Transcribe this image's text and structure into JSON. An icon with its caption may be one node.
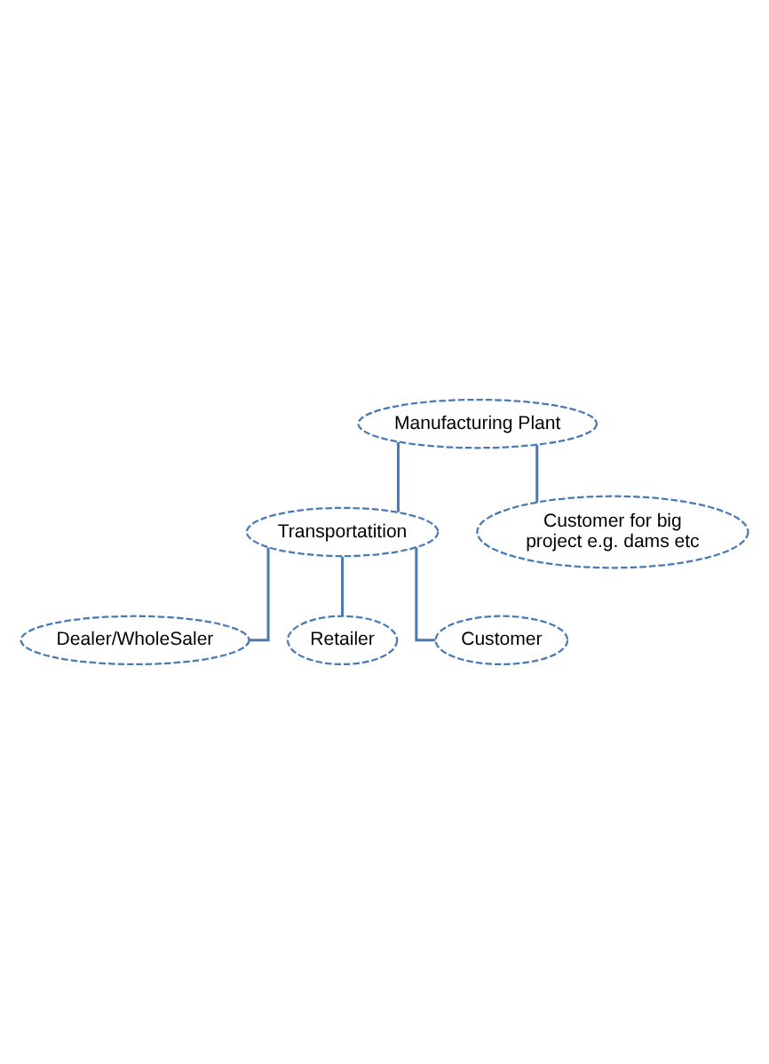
{
  "diagram": {
    "nodes": [
      {
        "text": [
          "Manufacturing Plant"
        ]
      },
      {
        "text": [
          "Transportatition"
        ]
      },
      {
        "text": [
          "Customer for big project e.g. dams etc"
        ]
      },
      {
        "text": [
          "Dealer/WholeSaler"
        ]
      },
      {
        "text": [
          "Retailer"
        ]
      },
      {
        "text": [
          "Customer"
        ]
      }
    ],
    "edges": [
      {
        "from": 0,
        "to": 1,
        "arrow": "none"
      },
      {
        "from": 0,
        "to": 2,
        "arrow": "none"
      },
      {
        "from": 1,
        "to": 3,
        "arrow": "none"
      },
      {
        "from": 1,
        "to": 4,
        "arrow": "none"
      },
      {
        "from": 1,
        "to": 5,
        "arrow": "none"
      }
    ]
  }
}
